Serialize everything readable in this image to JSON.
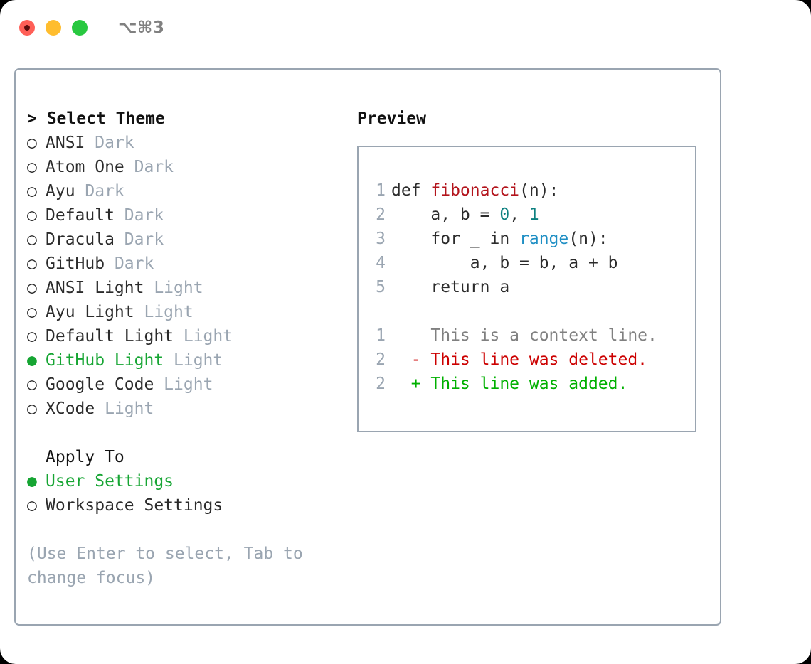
{
  "titlebar": {
    "shortcut": "⌥⌘3",
    "lights": [
      "close",
      "minimize",
      "maximize"
    ]
  },
  "theme_picker": {
    "heading": "> Select Theme",
    "heading_caret": ">",
    "heading_text": "Select Theme",
    "bullet_unselected": "○",
    "bullet_selected": "●",
    "items": [
      {
        "label": "ANSI",
        "suffix": "Dark",
        "selected": false
      },
      {
        "label": "Atom One",
        "suffix": "Dark",
        "selected": false
      },
      {
        "label": "Ayu",
        "suffix": "Dark",
        "selected": false
      },
      {
        "label": "Default",
        "suffix": "Dark",
        "selected": false
      },
      {
        "label": "Dracula",
        "suffix": "Dark",
        "selected": false
      },
      {
        "label": "GitHub",
        "suffix": "Dark",
        "selected": false
      },
      {
        "label": "ANSI Light",
        "suffix": "Light",
        "selected": false
      },
      {
        "label": "Ayu Light",
        "suffix": "Light",
        "selected": false
      },
      {
        "label": "Default Light",
        "suffix": "Light",
        "selected": false
      },
      {
        "label": "GitHub Light",
        "suffix": "Light",
        "selected": true
      },
      {
        "label": "Google Code",
        "suffix": "Light",
        "selected": false
      },
      {
        "label": "XCode",
        "suffix": "Light",
        "selected": false
      }
    ]
  },
  "apply_to": {
    "heading": "Apply To",
    "items": [
      {
        "label": "User Settings",
        "selected": true
      },
      {
        "label": "Workspace Settings",
        "selected": false
      }
    ]
  },
  "hint": "(Use Enter to select, Tab to change focus)",
  "preview": {
    "heading": "Preview",
    "code_lines": [
      {
        "no": "1",
        "tokens": [
          {
            "t": "def ",
            "k": "plain"
          },
          {
            "t": "fibonacci",
            "k": "func"
          },
          {
            "t": "(n):",
            "k": "plain"
          }
        ]
      },
      {
        "no": "2",
        "tokens": [
          {
            "t": "    a, b = ",
            "k": "plain"
          },
          {
            "t": "0",
            "k": "num"
          },
          {
            "t": ", ",
            "k": "plain"
          },
          {
            "t": "1",
            "k": "num"
          }
        ]
      },
      {
        "no": "3",
        "tokens": [
          {
            "t": "    for _ in ",
            "k": "plain"
          },
          {
            "t": "range",
            "k": "call"
          },
          {
            "t": "(n):",
            "k": "plain"
          }
        ]
      },
      {
        "no": "4",
        "tokens": [
          {
            "t": "        a, b = b, a + b",
            "k": "plain"
          }
        ]
      },
      {
        "no": "5",
        "tokens": [
          {
            "t": "    return a",
            "k": "plain"
          }
        ]
      }
    ],
    "diff_lines": [
      {
        "no": "1",
        "marker": " ",
        "text": " This is a context line.",
        "kind": "ctx"
      },
      {
        "no": "2",
        "marker": "-",
        "text": " This line was deleted.",
        "kind": "del"
      },
      {
        "no": "2",
        "marker": "+",
        "text": " This line was added.",
        "kind": "add"
      }
    ]
  },
  "colors": {
    "accent_green": "#16a533",
    "border": "#9aa5b1",
    "muted": "#9aa5b1",
    "text": "#2b2b2b",
    "code_func": "#b3141c",
    "code_num": "#0d8080",
    "code_call": "#1f8fc4",
    "diff_add": "#00b000",
    "diff_del": "#cc0000",
    "light_red": "#ff5f57",
    "light_amber": "#ffbd2e",
    "light_green": "#28c840"
  }
}
